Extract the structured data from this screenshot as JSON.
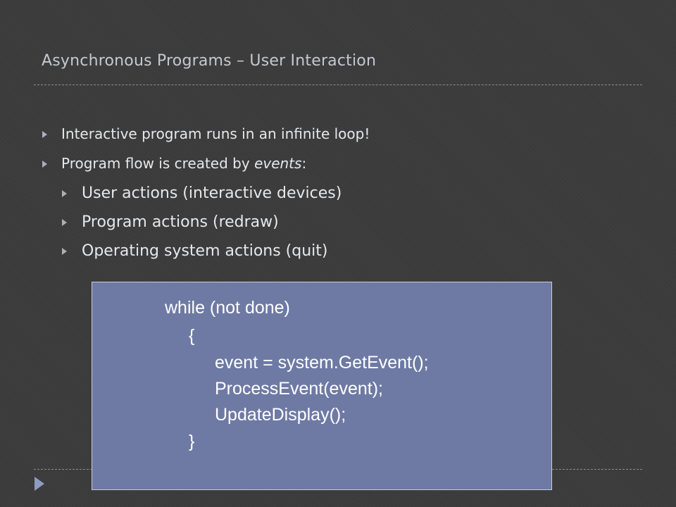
{
  "slide": {
    "title": "Asynchronous Programs – User Interaction",
    "bullets": {
      "b1": "Interactive program runs in an infinite loop!",
      "b2_prefix": "Program flow is created by ",
      "b2_emphasis": "events",
      "b2_suffix": ":",
      "sub1": "User actions (interactive devices)",
      "sub2": "Program actions (redraw)",
      "sub3": "Operating system actions (quit)"
    },
    "code": {
      "line1": "while (not done)",
      "line2": "{",
      "line3": "event = system.GetEvent();",
      "line4": "ProcessEvent(event);",
      "line5": "UpdateDisplay();",
      "line6": "}"
    }
  },
  "colors": {
    "background": "#3b3b3b",
    "title": "#c4c9cf",
    "code_box": "#6e7aa4",
    "bullet_marker": "#a9b0bd"
  },
  "icons": {
    "bullet": "triangle-right-icon",
    "corner": "play-arrow-icon"
  }
}
